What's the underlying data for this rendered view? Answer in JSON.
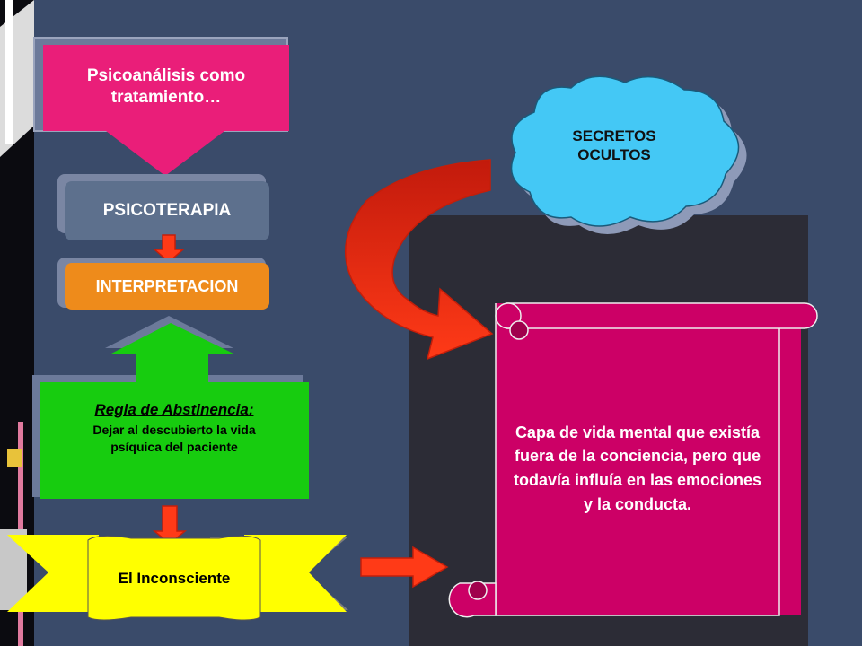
{
  "nodes": {
    "psicoanalisis": "Psicoanálisis como tratamiento…",
    "psicoterapia": "PSICOTERAPIA",
    "interpretacion": "INTERPRETACION",
    "regla_title": "Regla de Abstinencia:",
    "regla_body": "Dejar al descubierto la vida psíquica del paciente",
    "inconsciente": "El Inconsciente",
    "secretos": "SECRETOS OCULTOS",
    "capa": "Capa de vida mental que existía fuera de la conciencia, pero que todavía influía en las emociones y la conducta."
  },
  "colors": {
    "background": "#000000",
    "left_panel": "#394b6a",
    "magenta": "#ea1e79",
    "gray_blue": "#5d708d",
    "orange": "#ee8b1b",
    "green": "#17cc0f",
    "yellow": "#ffff00",
    "cyan": "#44c8f5",
    "scroll": "#cc0066",
    "red_arrow": "#e8281a",
    "dark_slab": "#2a2a35"
  },
  "icons": [
    "down-arrow-icon",
    "up-arrow-icon",
    "curved-arrow-icon",
    "right-arrow-icon",
    "cloud-icon",
    "scroll-icon",
    "ribbon-banner-icon"
  ]
}
